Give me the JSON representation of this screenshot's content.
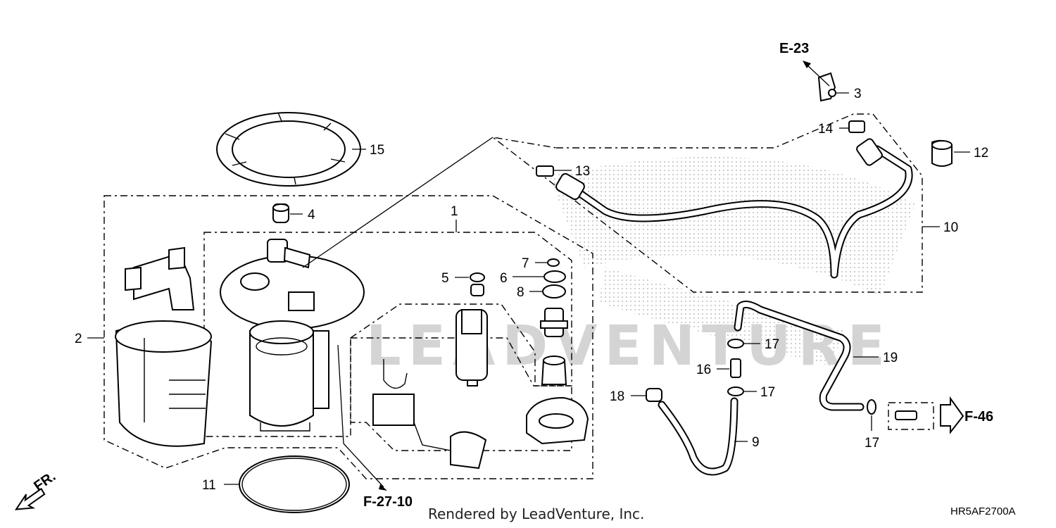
{
  "watermark": "LEADVENTURE",
  "footer": "Rendered by LeadVenture, Inc.",
  "diagram_code": "HR5AF2700A",
  "front_marker": "FR.",
  "refs": {
    "e23": "E-23",
    "f46": "F-46",
    "f2710": "F-27-10"
  },
  "callouts": {
    "c1": "1",
    "c2": "2",
    "c3": "3",
    "c4": "4",
    "c5": "5",
    "c6": "6",
    "c7": "7",
    "c8": "8",
    "c9": "9",
    "c10": "10",
    "c11": "11",
    "c12": "12",
    "c13": "13",
    "c14": "14",
    "c15": "15",
    "c16": "16",
    "c17a": "17",
    "c17b": "17",
    "c17c": "17",
    "c18": "18",
    "c19": "19"
  }
}
